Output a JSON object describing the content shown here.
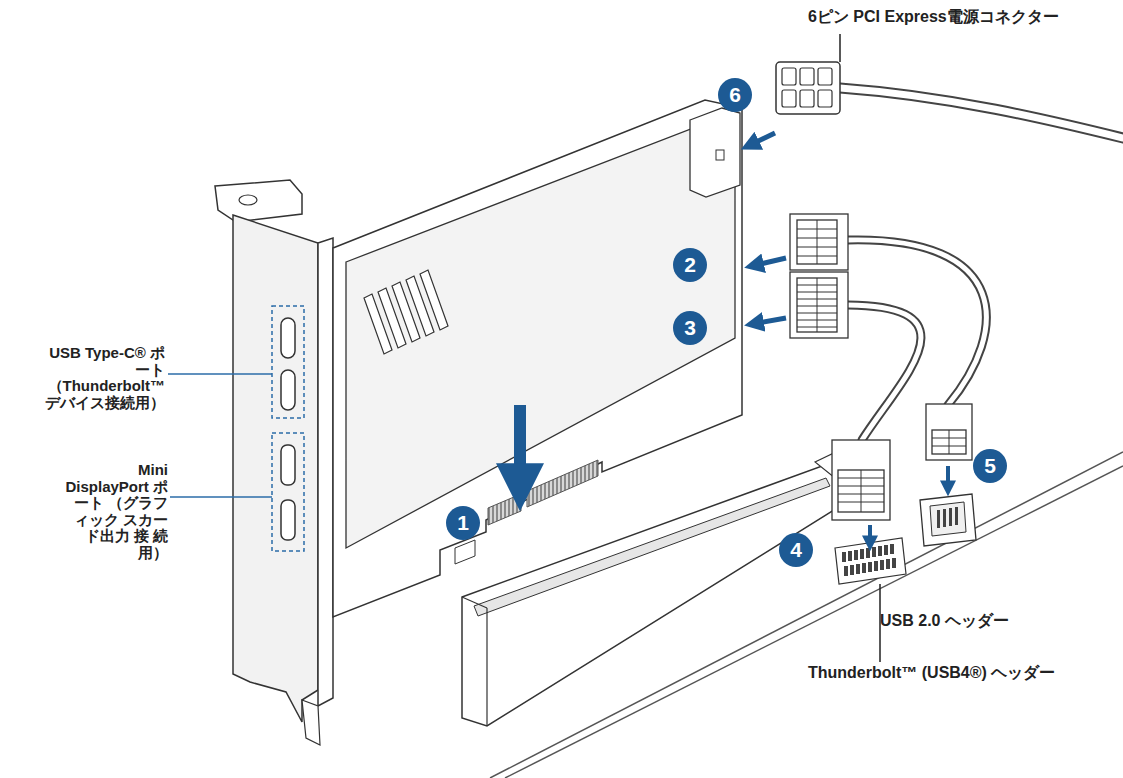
{
  "diagram": {
    "labels": [
      "6ピン PCI Express電源コネクター",
      "6",
      "2",
      "3",
      "USB Type-C® ポート （Thunderbolt™ デバイス接続用）",
      "Mini DisplayPort ポート （グラフィック スカード出力 接 続用）",
      "1",
      "4",
      "5",
      "USB 2.0 ヘッダー",
      "Thunderbolt™ (USB4®) ヘッダー"
    ]
  }
}
